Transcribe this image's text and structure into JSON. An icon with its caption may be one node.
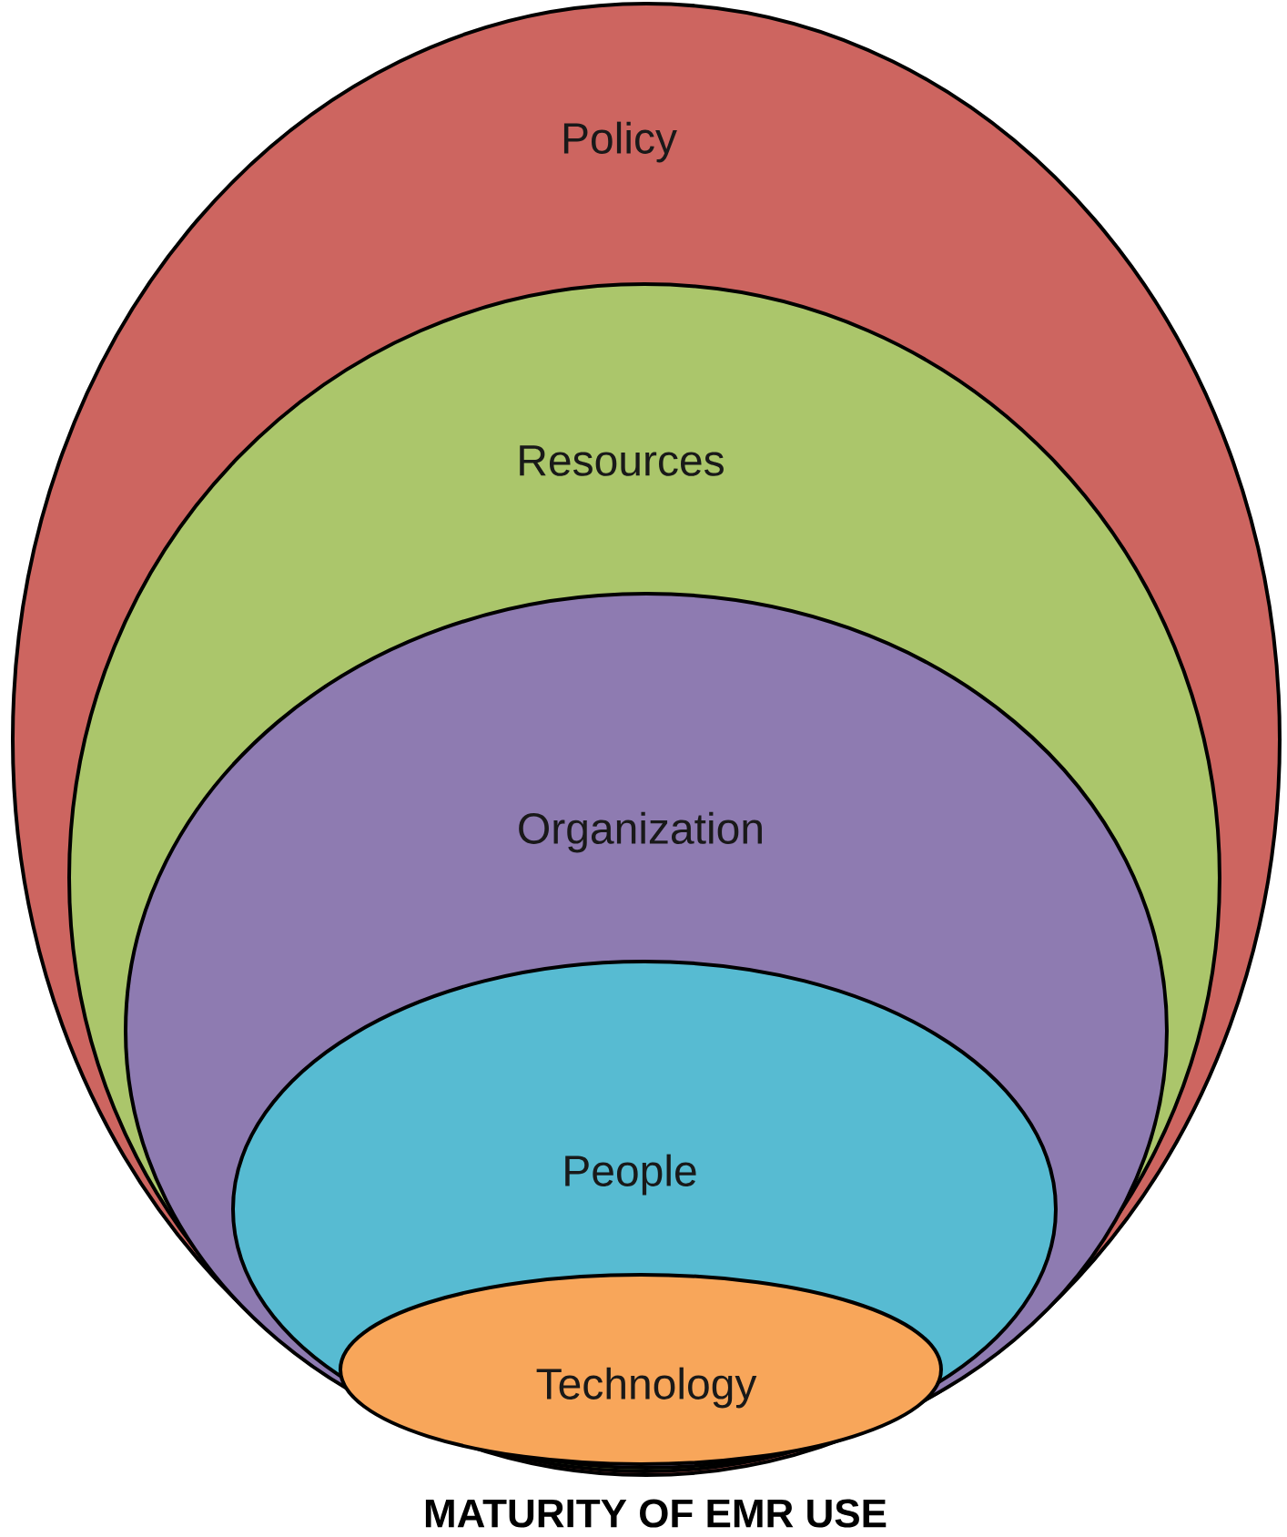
{
  "diagram": {
    "title": "MATURITY OF EMR USE",
    "nodes": [
      {
        "text": [
          "Policy"
        ]
      },
      {
        "text": [
          "Resources"
        ],
        "in": 0
      },
      {
        "text": [
          "Organization"
        ],
        "in": 1
      },
      {
        "text": [
          "People"
        ],
        "in": 2
      },
      {
        "text": [
          "Technology"
        ],
        "in": 3
      }
    ]
  }
}
